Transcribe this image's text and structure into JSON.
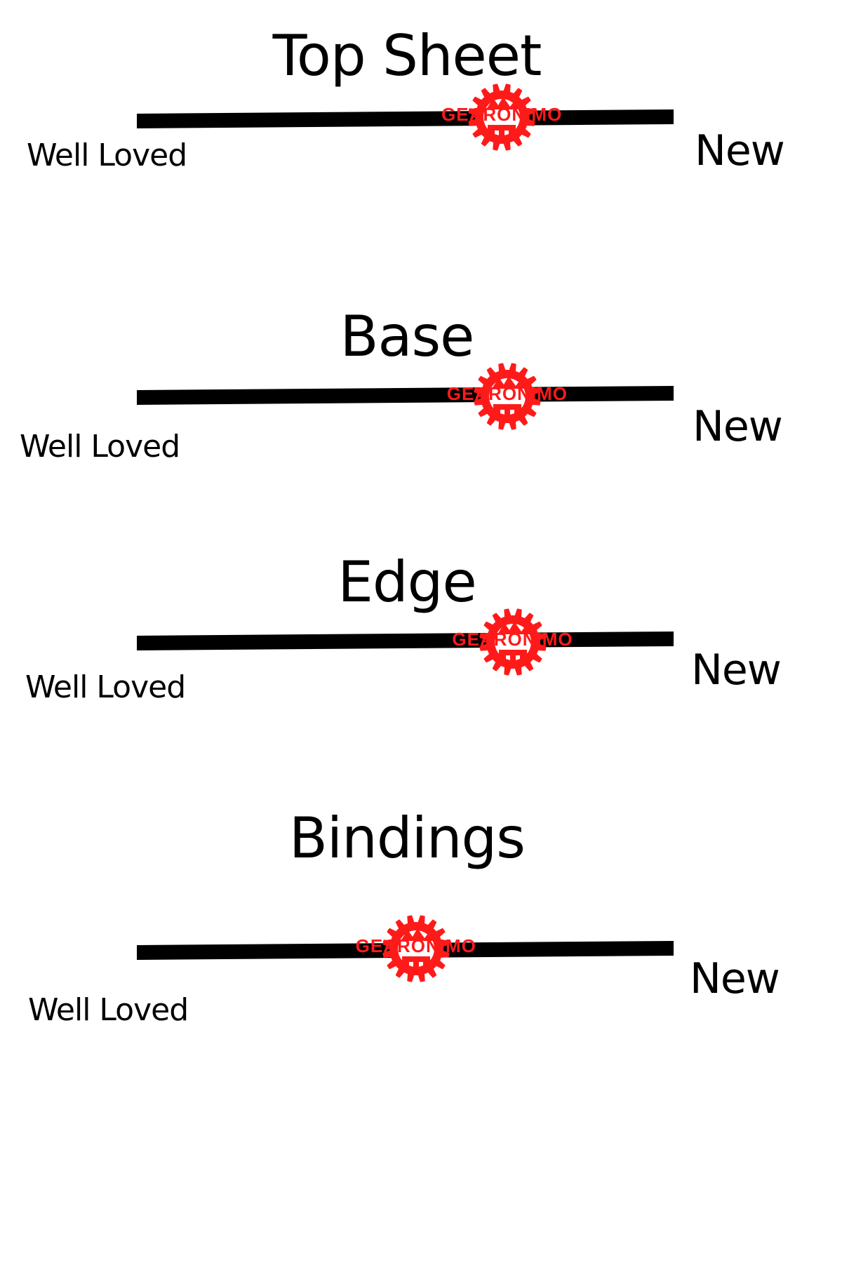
{
  "brand": {
    "text": "GEARONIMO",
    "color": "#ff1a1a"
  },
  "scale_low_label": "Well Loved",
  "scale_high_label": "New",
  "ratings": [
    {
      "title": "Top Sheet",
      "level": 0.68
    },
    {
      "title": "Base",
      "level": 0.69
    },
    {
      "title": "Edge",
      "level": 0.7
    },
    {
      "title": "Bindings",
      "level": 0.52
    }
  ]
}
